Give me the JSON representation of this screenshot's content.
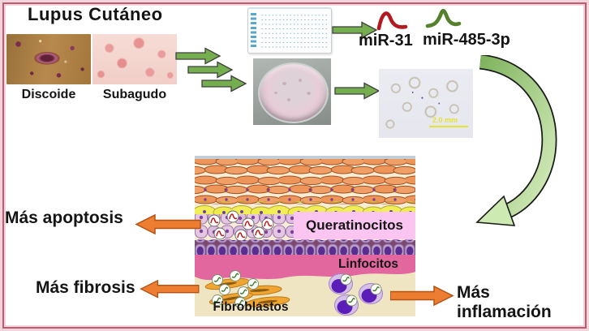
{
  "title": "Lupus Cutáneo",
  "samples": {
    "discoide_label": "Discoide",
    "subagudo_label": "Subagudo"
  },
  "mirnas": {
    "mir31_label": "miR-31",
    "mir31_color": "#b3191e",
    "mir485_label": "miR-485-3p",
    "mir485_color": "#55802c"
  },
  "microscopy": {
    "scale_bar_label": "2.0 mm"
  },
  "skin_diagram": {
    "keratinocytes_label": "Queratinocitos",
    "lymphocytes_label": "Linfocitos",
    "fibroblasts_label": "Fibroblastos"
  },
  "outcomes": {
    "apoptosis_label": "Más apoptosis",
    "fibrosis_label": "Más fibrosis",
    "inflammation_label": "Más inflamación"
  },
  "colors": {
    "flow_arrow_green": "#74ae4e",
    "outcome_arrow_orange": "#ed7d31",
    "frame_pink": "#c4586f",
    "magenta_dermis_band": "#e2679f",
    "keratinocyte_label_pink": "#fac6f1"
  }
}
